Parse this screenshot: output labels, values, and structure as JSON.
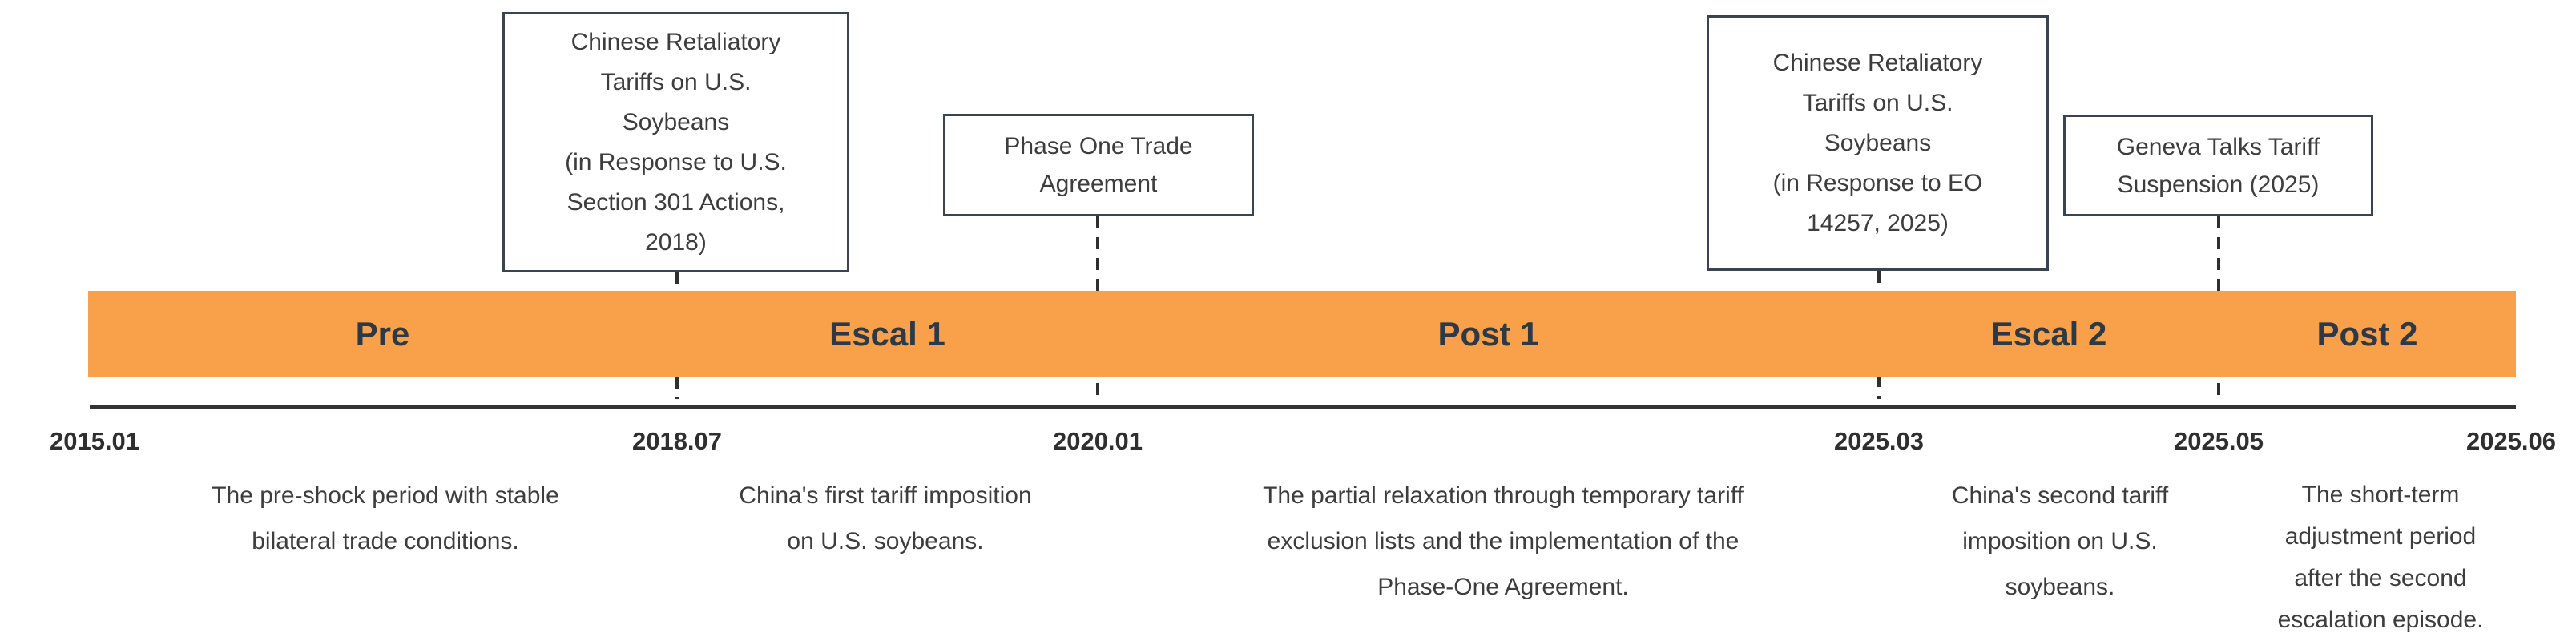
{
  "colors": {
    "bar_fill": "#F9A04A",
    "bar_label_text": "#2E3947",
    "box_border": "#3A4450",
    "body_text": "#3d3d3d",
    "axis_line": "#333333"
  },
  "timeline": {
    "periods": [
      {
        "label": "Pre",
        "start": "2015.01",
        "end": "2018.07",
        "description": "The pre-shock period with stable\nbilateral trade conditions."
      },
      {
        "label": "Escal 1",
        "start": "2018.07",
        "end": "2020.01",
        "description": "China's first tariff imposition\non U.S. soybeans."
      },
      {
        "label": "Post 1",
        "start": "2020.01",
        "end": "2025.03",
        "description": "The partial relaxation through temporary tariff\nexclusion lists and the implementation of the\nPhase-One Agreement."
      },
      {
        "label": "Escal 2",
        "start": "2025.03",
        "end": "2025.05",
        "description": "China's second tariff\nimposition on U.S.\nsoybeans."
      },
      {
        "label": "Post 2",
        "start": "2025.05",
        "end": "2025.06",
        "description": "The short-term\nadjustment period\nafter the second\nescalation episode."
      }
    ],
    "events": [
      {
        "title": "Chinese Retaliatory\nTariffs on U.S.\nSoybeans\n(in Response to U.S.\nSection 301 Actions,\n2018)",
        "date": "2018.07"
      },
      {
        "title": "Phase One Trade\nAgreement",
        "date": "2020.01"
      },
      {
        "title": "Chinese Retaliatory\nTariffs on U.S.\nSoybeans\n(in Response to EO\n14257, 2025)",
        "date": "2025.03"
      },
      {
        "title": "Geneva Talks Tariff\nSuspension (2025)",
        "date": "2025.05"
      }
    ],
    "axis_dates": [
      "2015.01",
      "2018.07",
      "2020.01",
      "2025.03",
      "2025.05",
      "2025.06"
    ]
  }
}
